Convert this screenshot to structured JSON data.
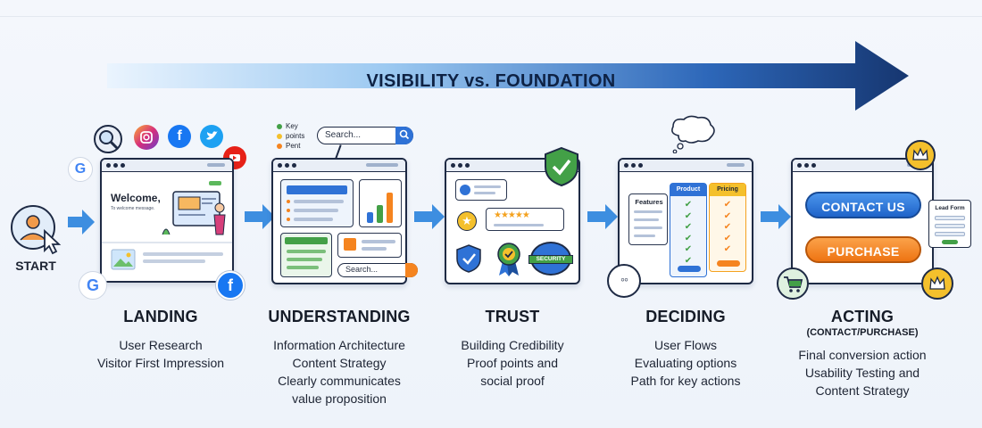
{
  "header": {
    "title": "VISIBILITY vs. FOUNDATION"
  },
  "start": {
    "label": "START"
  },
  "landing": {
    "title": "LANDING",
    "lines": [
      "User Research",
      "Visitor First Impression"
    ],
    "welcome": "Welcome,",
    "welcome_sub": "To welcome message."
  },
  "understanding": {
    "title": "UNDERSTANDING",
    "lines": [
      "Information Architecture",
      "Content Strategy",
      "Clearly communicates",
      "value proposition"
    ],
    "bullets": [
      "Key",
      "points",
      "Pent"
    ],
    "search_top": "Search...",
    "search_bottom": "Search..."
  },
  "trust": {
    "title": "TRUST",
    "lines": [
      "Building Credibility",
      "Proof points and",
      "social proof"
    ],
    "stars": "★★★★★",
    "security": "SECURITY"
  },
  "deciding": {
    "title": "DECIDING",
    "lines": [
      "User Flows",
      "Evaluating options",
      "Path for key actions"
    ],
    "features": "Features",
    "product": "Product",
    "pricing": "Pricing"
  },
  "acting": {
    "title": "ACTING",
    "subtitle": "(CONTACT/PURCHASE)",
    "lines": [
      "Final conversion action",
      "Usability Testing and",
      "Content Strategy"
    ],
    "contact": "CONTACT US",
    "purchase": "PURCHASE",
    "lead_form": "Lead Form"
  },
  "colors": {
    "primary_blue": "#2f72d6",
    "arrow_dark": "#183c78",
    "arrow_light": "#cfe6fb",
    "green": "#43a047",
    "orange": "#f5841f",
    "yellow": "#f4c02c"
  }
}
